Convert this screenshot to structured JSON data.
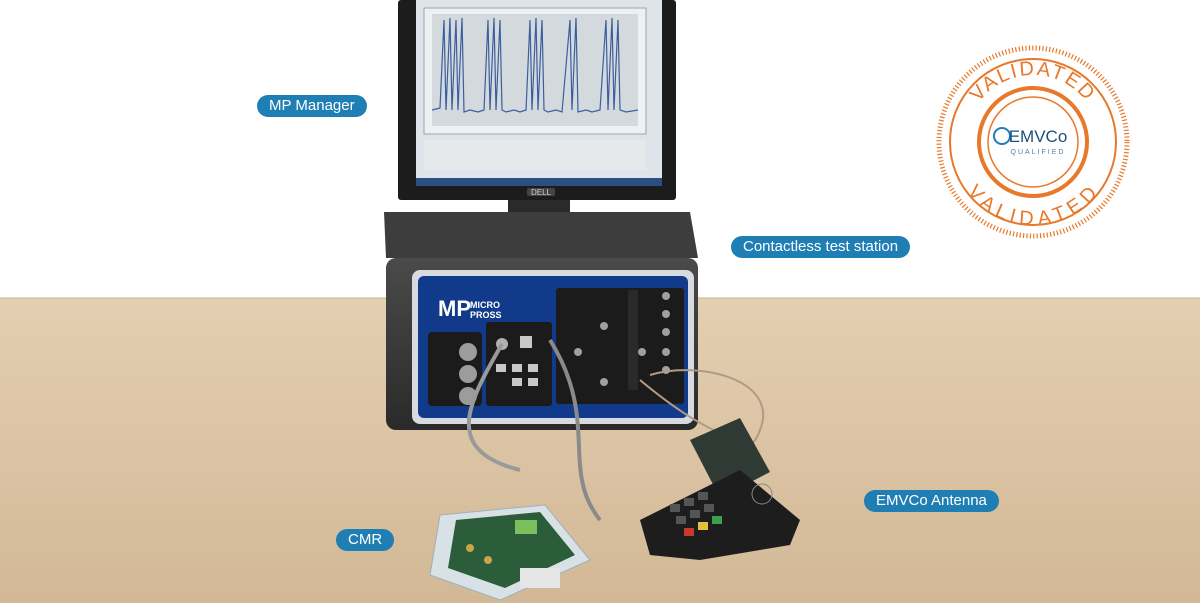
{
  "labels": {
    "mp_manager": "MP Manager",
    "contactless_test_station": "Contactless test station",
    "cmr": "CMR",
    "emvco_antenna": "EMVCo Antenna"
  },
  "badge": {
    "top_text": "VALIDATED",
    "bottom_text": "VALIDATED",
    "brand": "EMVCo",
    "sub": "QUALIFIED"
  },
  "equipment": {
    "brand_mark": "MP",
    "brand_name_1": "MICRO",
    "brand_name_2": "PROSS",
    "monitor_brand": "DELL"
  },
  "colors": {
    "label_bg": "#1f7fb5",
    "badge_orange": "#e8782a",
    "desk": "#d9c3a3"
  }
}
